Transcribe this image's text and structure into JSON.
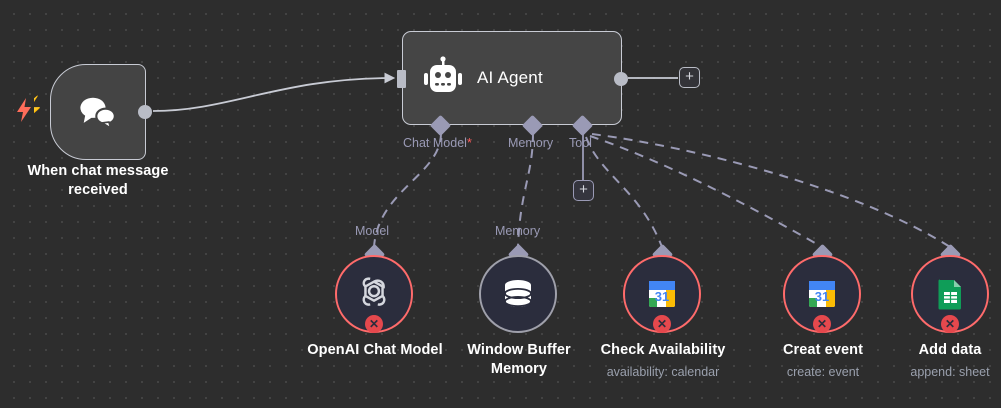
{
  "canvas": {
    "background_color": "#2d2d2d",
    "grid": "dot-grid"
  },
  "nodes": {
    "trigger": {
      "label": "When chat message received",
      "icon": "chat-bubbles-icon",
      "badge_icon": "lightning-bolt-icon",
      "badge_color": "#ff6d5a"
    },
    "agent": {
      "title": "AI Agent",
      "icon": "robot-icon",
      "ports": [
        {
          "label": "Chat Model",
          "required": "*"
        },
        {
          "label": "Memory",
          "required": ""
        },
        {
          "label": "Tool",
          "required": ""
        }
      ],
      "output_add_label": "+",
      "tool_add_label": "+"
    },
    "sub_nodes": [
      {
        "id": "openai-chat-model",
        "label": "OpenAI Chat Model",
        "subtitle": "",
        "port_label": "Model",
        "icon": "openai-icon",
        "status": "error",
        "border_color": "#ff6b6b",
        "error_badge": "✕"
      },
      {
        "id": "window-buffer-memory",
        "label": "Window Buffer Memory",
        "subtitle": "",
        "port_label": "Memory",
        "icon": "database-icon",
        "status": "ok",
        "border_color": "#9fa0ab",
        "error_badge": ""
      },
      {
        "id": "check-availability",
        "label": "Check Availability",
        "subtitle": "availability: calendar",
        "port_label": "",
        "icon": "google-calendar-icon",
        "status": "error",
        "border_color": "#ff6b6b",
        "error_badge": "✕"
      },
      {
        "id": "creat-event",
        "label": "Creat event",
        "subtitle": "create: event",
        "port_label": "",
        "icon": "google-calendar-icon",
        "status": "error",
        "border_color": "#ff6b6b",
        "error_badge": "✕"
      },
      {
        "id": "add-data",
        "label": "Add data",
        "subtitle": "append: sheet",
        "port_label": "",
        "icon": "google-sheets-icon",
        "status": "error",
        "border_color": "#ff6b6b",
        "error_badge": "✕"
      }
    ]
  },
  "calendar_icon": {
    "day": "31"
  }
}
